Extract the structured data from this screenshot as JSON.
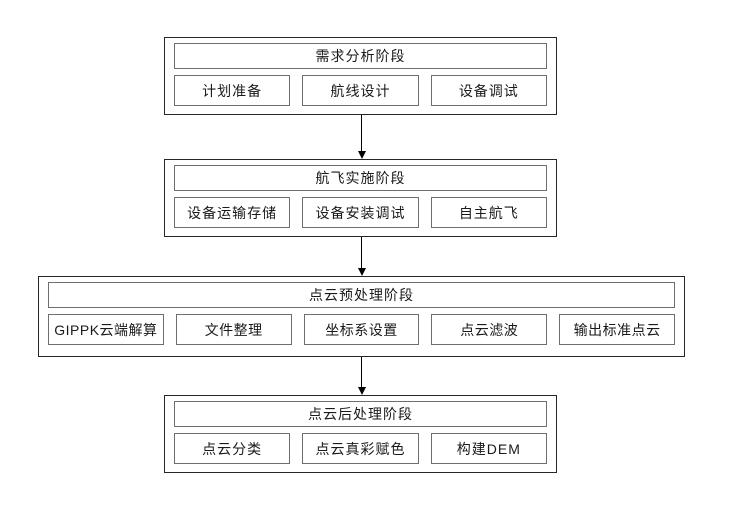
{
  "diagram": {
    "type": "flowchart",
    "direction": "top-down",
    "colors": {
      "background": "#ffffff",
      "outer_border": "#262626",
      "inner_border": "#6e6e6e",
      "arrow": "#000000",
      "text": "#1a1a1a"
    },
    "stages": [
      {
        "title": "需求分析阶段",
        "steps": [
          "计划准备",
          "航线设计",
          "设备调试"
        ]
      },
      {
        "title": "航飞实施阶段",
        "steps": [
          "设备运输存储",
          "设备安装调试",
          "自主航飞"
        ]
      },
      {
        "title": "点云预处理阶段",
        "steps": [
          "GIPPK云端解算",
          "文件整理",
          "坐标系设置",
          "点云滤波",
          "输出标准点云"
        ]
      },
      {
        "title": "点云后处理阶段",
        "steps": [
          "点云分类",
          "点云真彩赋色",
          "构建DEM"
        ]
      }
    ]
  }
}
